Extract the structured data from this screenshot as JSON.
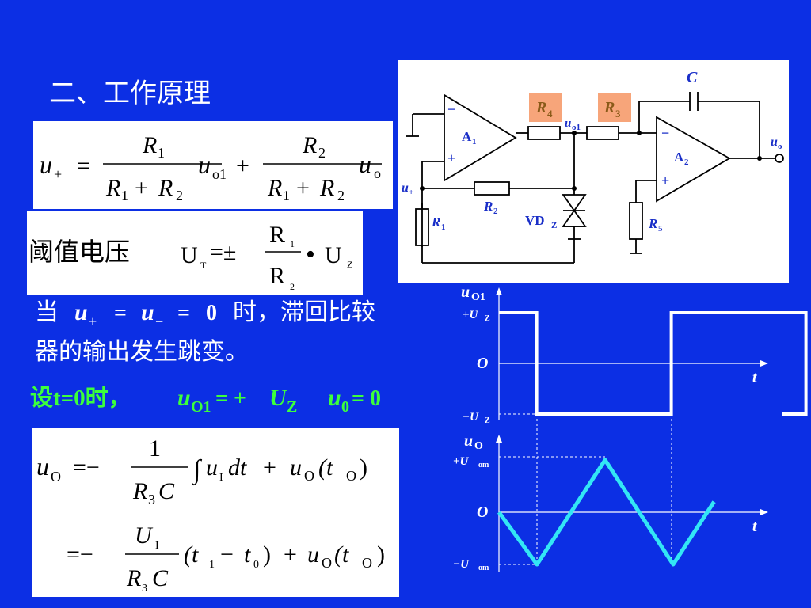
{
  "title": "二、工作原理",
  "formula1": {
    "lhs": "u",
    "lhs_sub": "+",
    "eq": "=",
    "n1": "R",
    "n1_sub": "1",
    "d1a": "R",
    "d1a_sub": "1",
    "d1b": "R",
    "d1b_sub": "2",
    "t1": "u",
    "t1_sub": "o1",
    "plus": "+",
    "n2": "R",
    "n2_sub": "2",
    "d2a": "R",
    "d2a_sub": "1",
    "d2b": "R",
    "d2b_sub": "2",
    "t2": "u",
    "t2_sub": "o"
  },
  "threshold": {
    "label": "阈值电压",
    "lhs": "U",
    "lhs_sub": "T",
    "eq": "=±",
    "num": "R",
    "num_sub": "1",
    "den": "R",
    "den_sub": "2",
    "dot": "•",
    "rhs": "U",
    "rhs_sub": "Z"
  },
  "condition": {
    "line1_start": "当",
    "u_plus": "u",
    "u_plus_sub": "+",
    "eq1": "=",
    "u_minus": "u",
    "u_minus_sub": "−",
    "eq2": "=",
    "zero": "0",
    "line1_end": "时，滞回比较",
    "line2": "器的输出发生跳变。"
  },
  "initial": {
    "prefix": "设t=0时，",
    "u": "u",
    "u_sub": "O1",
    "eq": " = +",
    "U": "U",
    "U_sub": "Z",
    "u0": "u",
    "u0_sub": "0",
    "eq2": "= 0"
  },
  "integral": {
    "lhs": "u",
    "lhs_sub": "O",
    "eq": "=−",
    "num1": "1",
    "den1": "R",
    "den1_sub": "3",
    "den1_c": "C",
    "int": "∫",
    "body_u": "u",
    "body_sub": "I",
    "body_dt": "dt",
    "plus": "+",
    "tail": "u",
    "tail_sub": "O",
    "tail_arg": "(t",
    "tail_arg_sub": "O",
    "tail_close": ")",
    "eq2": "=−",
    "num2": "U",
    "num2_sub": "I",
    "den2": "R",
    "den2_sub": "3",
    "den2_c": "C",
    "paren": "(t",
    "p1_sub": "1",
    "minus": "−",
    "t0": "t",
    "t0_sub": "0",
    "close": ")",
    "plus2": "+",
    "tail2": "u",
    "tail2_sub": "O",
    "tail2_arg": "(t",
    "tail2_arg_sub": "O",
    "tail2_close": ")"
  },
  "circuit": {
    "C": "C",
    "R4": "R",
    "R4_sub": "4",
    "R3": "R",
    "R3_sub": "3",
    "uo1": "u",
    "uo1_sub": "o1",
    "A1": "A",
    "A1_sub": "1",
    "A2": "A",
    "A2_sub": "2",
    "uo": "u",
    "uo_sub": "o",
    "uplus": "u",
    "uplus_sub": "+",
    "R2": "R",
    "R2_sub": "2",
    "R1": "R",
    "R1_sub": "1",
    "VDz": "VD",
    "VDz_sub": "Z",
    "R5": "R",
    "R5_sub": "5",
    "minus": "−",
    "plus": "+",
    "colors": {
      "resistor_label_bg": "#f7a57a",
      "resistor_label_text": "#8a5a18",
      "line": "#000000"
    }
  },
  "wave1": {
    "ylabel": "u",
    "ylabel_sub": "O1",
    "top": "+U",
    "top_sub": "Z",
    "origin": "O",
    "t": "t",
    "bottom": "−U",
    "bottom_sub": "Z",
    "levels": {
      "high": 1,
      "low": -1
    },
    "transitions": [
      1,
      2,
      3
    ],
    "color": "#ffffff"
  },
  "wave2": {
    "ylabel": "u",
    "ylabel_sub": "O",
    "top": "+U",
    "top_sub": "om",
    "origin": "O",
    "t": "t",
    "bottom": "−U",
    "bottom_sub": "om",
    "vertices": [
      [
        0,
        0
      ],
      [
        0.5,
        -1
      ],
      [
        1.5,
        1
      ],
      [
        2.5,
        -1
      ],
      [
        3.1,
        0.2
      ]
    ],
    "color": "#33e6f5"
  }
}
